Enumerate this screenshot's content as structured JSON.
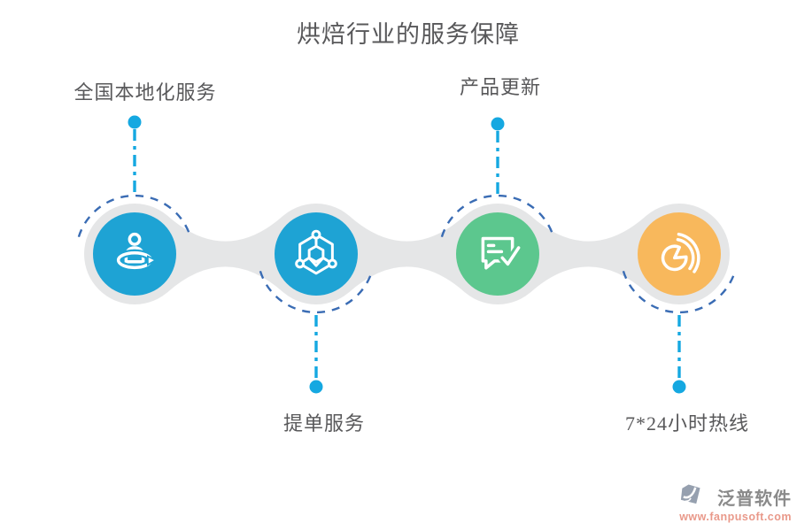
{
  "title": "烘焙行业的服务保障",
  "items": [
    {
      "label": "全国本地化服务",
      "icon": "person-orbit-icon",
      "color_key": "node-blue",
      "label_position": "top"
    },
    {
      "label": "提单服务",
      "icon": "hexagon-network-icon",
      "color_key": "node-blue",
      "label_position": "bottom"
    },
    {
      "label": "产品更新",
      "icon": "chat-check-icon",
      "color_key": "node-green",
      "label_position": "top"
    },
    {
      "label": "7*24小时热线",
      "icon": "pie-arcs-icon",
      "color_key": "node-orange",
      "label_position": "bottom"
    }
  ],
  "watermark": {
    "brand": "泛普软件",
    "url": "www.fanpusoft.com"
  },
  "colors": {
    "node-blue": "#1EA3D4",
    "node-green": "#5CC78E",
    "node-orange": "#F8B85C",
    "ring-gray": "#E5E6E7",
    "pointer-cyan": "#15A8E1",
    "dash-blue": "#3A6CB4",
    "text-dark": "#58585A",
    "brand-gray": "#8A8A8A",
    "url-salmon": "#E9998A",
    "logo-gray": "#96A0AF"
  }
}
